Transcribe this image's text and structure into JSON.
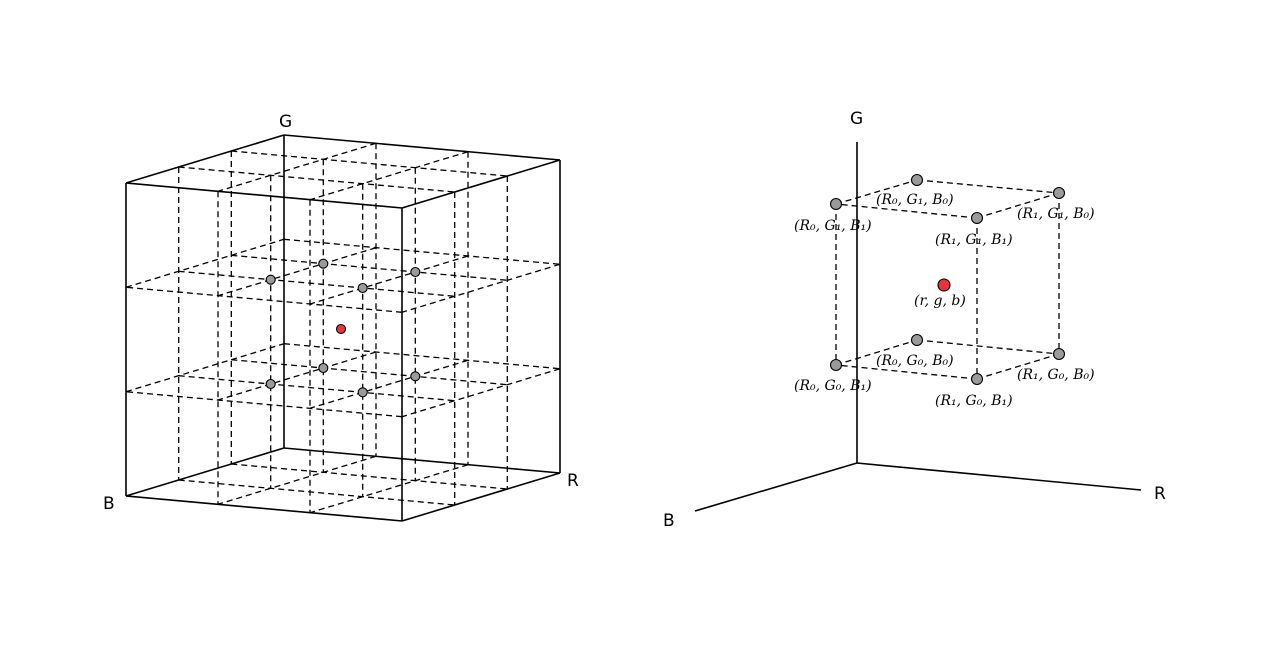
{
  "colors": {
    "line": "#000000",
    "grid_node": "#9a9a9a",
    "target_point": "#e8323c",
    "background": "#ffffff"
  },
  "left_panel": {
    "axis_labels": {
      "g": "G",
      "r": "R",
      "b": "B"
    }
  },
  "right_panel": {
    "axis_labels": {
      "g": "G",
      "r": "R",
      "b": "B"
    },
    "target_label": "(r, g, b)",
    "corner_labels": {
      "r0g1b0": "(R₀, G₁, B₀)",
      "r1g1b0": "(R₁, G₁, B₀)",
      "r0g1b1": "(R₀, G₁, B₁)",
      "r1g1b1": "(R₁, G₁, B₁)",
      "r0g0b0": "(R₀, G₀, B₀)",
      "r1g0b0": "(R₁, G₀, B₀)",
      "r0g0b1": "(R₀, G₀, B₁)",
      "r1g0b1": "(R₁, G₀, B₁)"
    }
  }
}
